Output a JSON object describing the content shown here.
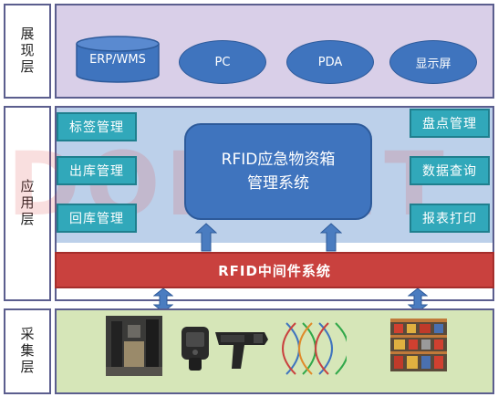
{
  "layers": {
    "presentation": "展现层",
    "application": "应用层",
    "collection": "采集层"
  },
  "presentation": {
    "ovals": [
      "ERP/WMS",
      "PC",
      "PDA",
      "显示屏"
    ]
  },
  "application": {
    "left_modules": [
      "标签管理",
      "出库管理",
      "回库管理"
    ],
    "right_modules": [
      "盘点管理",
      "数据查询",
      "报表打印"
    ],
    "center_line1": "RFID应急物资箱",
    "center_line2": "管理系统"
  },
  "middleware": {
    "label": "RFID中间件系统"
  },
  "watermark": "DONWIT",
  "collection": {
    "devices": [
      "gate-reader",
      "handheld-reader",
      "handheld-gun",
      "antenna-waves",
      "warehouse-shelf"
    ]
  },
  "colors": {
    "presentation_bg": "#d9cfe8",
    "oval_blue": "#3f74be",
    "module_teal": "#31a8ba",
    "middleware_red": "#c9413e",
    "collection_bg": "#d6e6b8",
    "arrow_blue": "#4a7cc0"
  }
}
